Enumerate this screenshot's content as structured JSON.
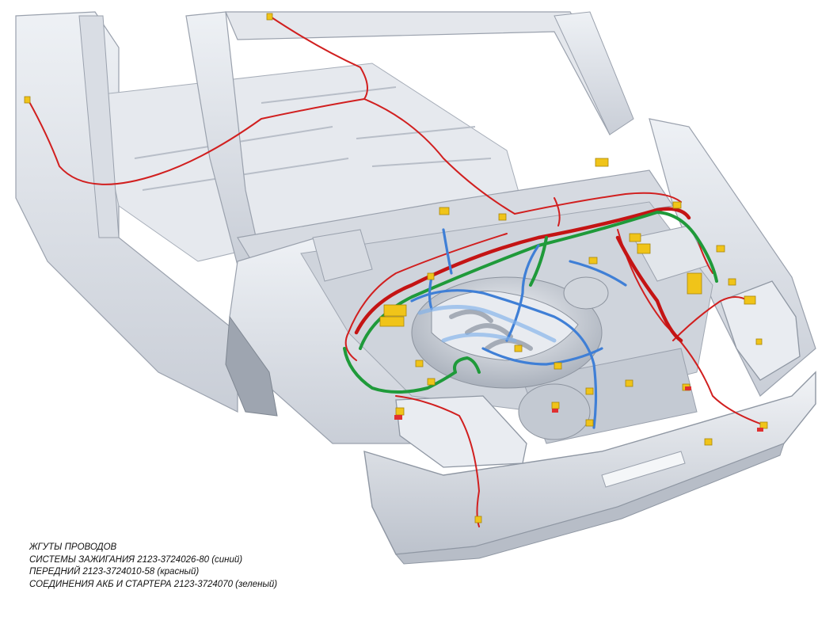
{
  "colors": {
    "ignition_harness": "#3f7fd6",
    "front_harness": "#d11f1f",
    "battery_starter_harness": "#1f9a3a",
    "body": "#dfe3ea",
    "body_shadow": "#b9bfc9",
    "connector": "#f0c419"
  },
  "caption": {
    "heading": "ЖГУТЫ ПРОВОДОВ",
    "line_ignition": "СИСТЕМЫ ЗАЖИГАНИЯ 2123-3724026-80 (синий)",
    "line_front": "ПЕРЕДНИЙ 2123-3724010-58 (красный)",
    "line_battery": "СОЕДИНЕНИЯ АКБ И СТАРТЕРА 2123-3724070 (зеленый)"
  }
}
